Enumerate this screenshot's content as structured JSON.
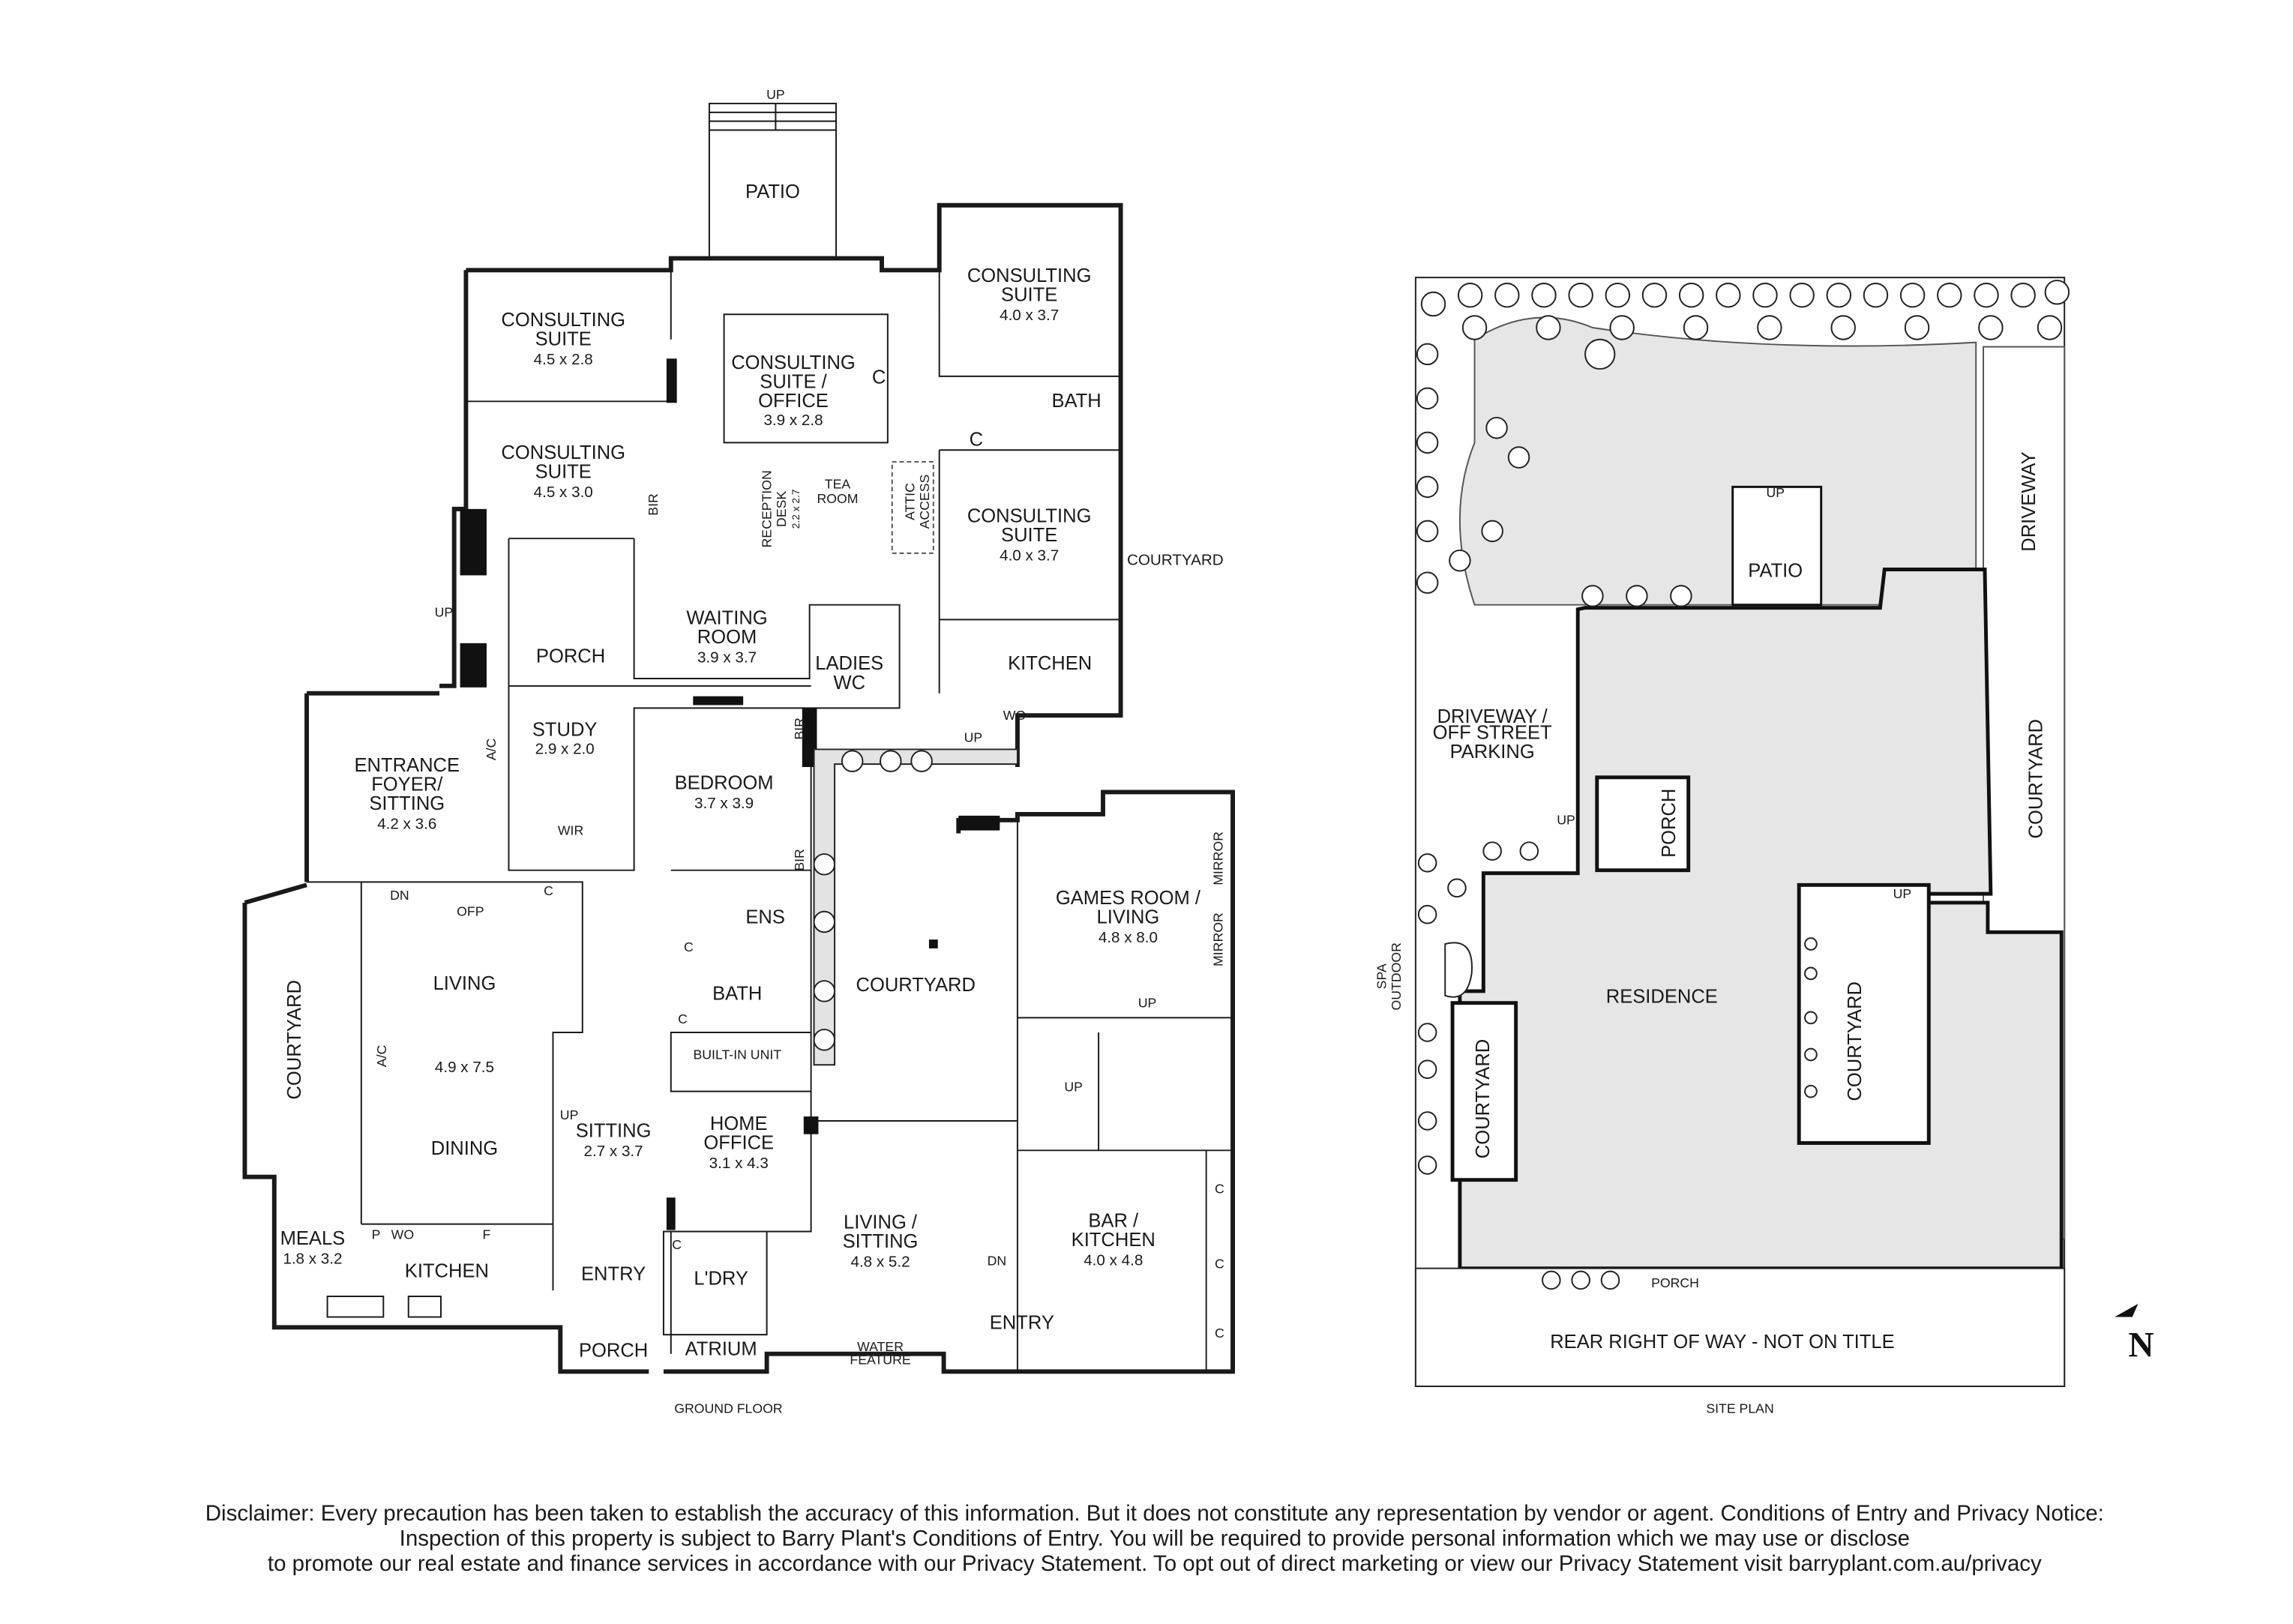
{
  "ground_floor": {
    "caption": "GROUND FLOOR",
    "rooms": {
      "patio": "PATIO",
      "up_patio": "UP",
      "cs1": {
        "l1": "CONSULTING",
        "l2": "SUITE",
        "dim": "4.5 x 2.8"
      },
      "cs2": {
        "l1": "CONSULTING",
        "l2": "SUITE",
        "dim": "4.5 x 3.0"
      },
      "cs3": {
        "l1": "CONSULTING",
        "l2": "SUITE /",
        "l3": "OFFICE",
        "dim": "3.9 x 2.8"
      },
      "cs4": {
        "l1": "CONSULTING",
        "l2": "SUITE",
        "dim": "4.0 x 3.7"
      },
      "cs5": {
        "l1": "CONSULTING",
        "l2": "SUITE",
        "dim": "4.0 x 3.7"
      },
      "bath1": "BATH",
      "c": "C",
      "reception": {
        "l1": "RECEPTION",
        "l2": "DESK",
        "dim": "2.2 x 2.7"
      },
      "tea": {
        "l1": "TEA",
        "l2": "ROOM"
      },
      "attic": {
        "l1": "ATTIC",
        "l2": "ACCESS"
      },
      "courtyard_e": "COURTYARD",
      "bir": "BIR",
      "porch1": "PORCH",
      "up": "UP",
      "waiting": {
        "l1": "WAITING",
        "l2": "ROOM",
        "dim": "3.9 x 3.7"
      },
      "ladies": {
        "l1": "LADIES",
        "l2": "WC"
      },
      "kitchen1": "KITCHEN",
      "wo": "WO",
      "ac": "A/C",
      "study": {
        "l1": "STUDY",
        "dim": "2.9 x 2.0"
      },
      "wir": "WIR",
      "bedroom": {
        "l1": "BEDROOM",
        "dim": "3.7 x 3.9"
      },
      "entrance": {
        "l1": "ENTRANCE",
        "l2": "FOYER/",
        "l3": "SITTING",
        "dim": "4.2 x 3.6"
      },
      "dn": "DN",
      "ofp": "OFP",
      "ens": "ENS",
      "bath2": "BATH",
      "builtin": "BUILT-IN UNIT",
      "courtyard_c": "COURTYARD",
      "games": {
        "l1": "GAMES ROOM /",
        "l2": "LIVING",
        "dim": "4.8 x 8.0"
      },
      "mirror": "MIRROR",
      "courtyard_w": "COURTYARD",
      "living": {
        "l1": "LIVING",
        "dim": "4.9 x 7.5",
        "l2": "DINING"
      },
      "sitting": {
        "l1": "SITTING",
        "dim": "2.7 x 3.7"
      },
      "home_office": {
        "l1": "HOME",
        "l2": "OFFICE",
        "dim": "3.1 x 4.3"
      },
      "meals": {
        "l1": "MEALS",
        "dim": "1.8 x 3.2"
      },
      "p": "P",
      "f": "F",
      "kitchen2": "KITCHEN",
      "entry1": "ENTRY",
      "ldry": "L'DRY",
      "living_sitting": {
        "l1": "LIVING /",
        "l2": "SITTING",
        "dim": "4.8 x 5.2"
      },
      "bar": {
        "l1": "BAR /",
        "l2": "KITCHEN",
        "dim": "4.0 x 4.8"
      },
      "porch2": "PORCH",
      "atrium": "ATRIUM",
      "water": {
        "l1": "WATER",
        "l2": "FEATURE"
      },
      "entry2": "ENTRY"
    }
  },
  "site_plan": {
    "caption": "SITE PLAN",
    "labels": {
      "driveway": "DRIVEWAY",
      "patio": "PATIO",
      "up": "UP",
      "parking": {
        "l1": "DRIVEWAY /",
        "l2": "OFF STREET",
        "l3": "PARKING"
      },
      "courtyard_r": "COURTYARD",
      "porch": "PORCH",
      "spa": {
        "l1": "SPA",
        "l2": "OUTDOOR"
      },
      "residence": "RESIDENCE",
      "courtyard_l": "COURTYARD",
      "courtyard_i": "COURTYARD",
      "porch_b": "PORCH",
      "row": "REAR RIGHT OF WAY - NOT ON TITLE"
    },
    "north": "N",
    "colors": {
      "fill": "#e6e6e6",
      "line": "#1a1a1a"
    }
  },
  "disclaimer": [
    "Disclaimer: Every precaution has been taken to establish the accuracy of this information. But it does not constitute any representation by vendor or agent. Conditions of Entry and Privacy Notice:",
    "Inspection of this property is subject to Barry Plant's Conditions of Entry. You will be required to provide personal information which we may use or disclose",
    "to promote our real estate and finance services in accordance with our Privacy Statement. To opt out of direct marketing or view our Privacy Statement visit barryplant.com.au/privacy"
  ]
}
